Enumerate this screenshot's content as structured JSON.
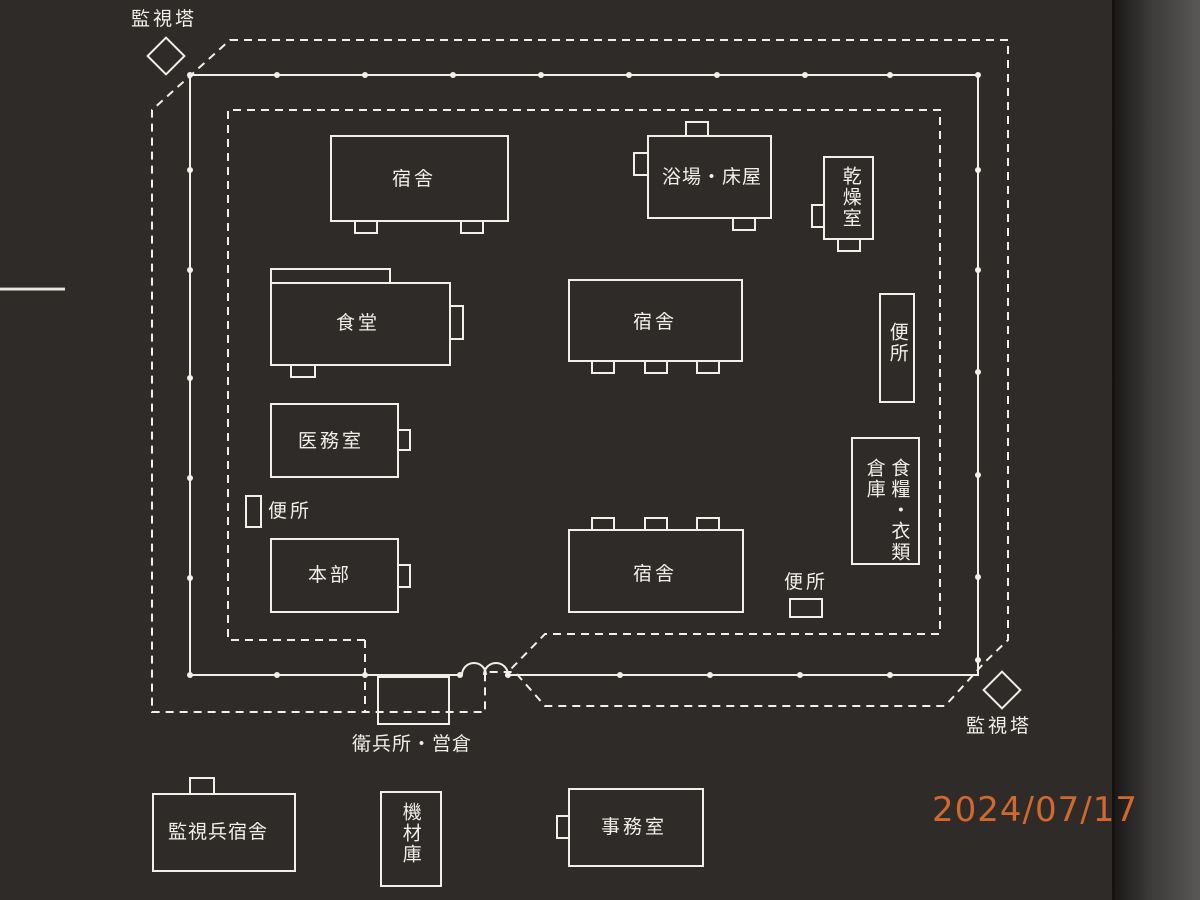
{
  "map": {
    "towers": [
      "監視塔",
      "監視塔"
    ],
    "inside_buildings": {
      "dorm_top": "宿舎",
      "bath": "浴場・床屋",
      "drying_room": "乾燥室",
      "dining_hall": "食堂",
      "dorm_middle": "宿舎",
      "toilet_right": "便所",
      "clinic": "医務室",
      "toilet_left": "便所",
      "food_clothing_storage": "食糧・衣類倉庫",
      "headquarters": "本部",
      "dorm_bottom": "宿舎",
      "toilet_bottom": "便所"
    },
    "gate_building": "衛兵所・営倉",
    "outside_buildings": {
      "guard_quarters": "監視兵宿舎",
      "equipment_storage": "機材庫",
      "office": "事務室"
    }
  },
  "photo_timestamp": "2024/07/17",
  "colors": {
    "background": "#2f2b28",
    "line": "#f1efe9",
    "timestamp": "#d2682e"
  }
}
